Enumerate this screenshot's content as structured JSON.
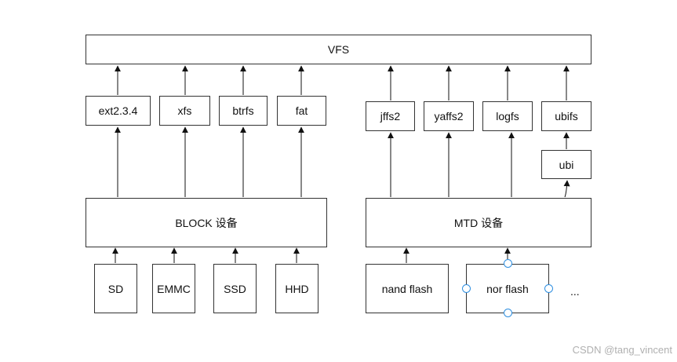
{
  "vfs": {
    "label": "VFS"
  },
  "block_fs": {
    "items": [
      {
        "label": "ext2.3.4"
      },
      {
        "label": "xfs"
      },
      {
        "label": "btrfs"
      },
      {
        "label": "fat"
      }
    ]
  },
  "mtd_fs": {
    "items": [
      {
        "label": "jffs2"
      },
      {
        "label": "yaffs2"
      },
      {
        "label": "logfs"
      },
      {
        "label": "ubifs"
      }
    ]
  },
  "ubi": {
    "label": "ubi"
  },
  "block_layer": {
    "label": "BLOCK 设备"
  },
  "mtd_layer": {
    "label": "MTD 设备"
  },
  "block_devices": {
    "items": [
      {
        "label": "SD"
      },
      {
        "label": "EMMC"
      },
      {
        "label": "SSD"
      },
      {
        "label": "HHD"
      }
    ]
  },
  "mtd_devices": {
    "items": [
      {
        "label": "nand flash"
      },
      {
        "label": "nor flash"
      }
    ]
  },
  "ellipsis": "...",
  "watermark": "CSDN @tang_vincent",
  "colors": {
    "line": "#333333",
    "handle": "#2f8fe0",
    "watermark": "#b0b0b0"
  }
}
